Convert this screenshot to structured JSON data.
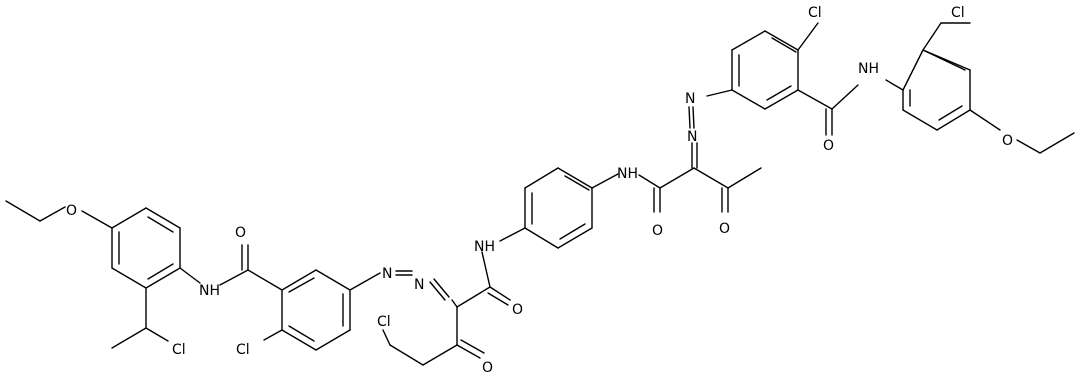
{
  "atoms": {
    "cl_top_right_ring": "Cl",
    "cl_top_right_side": "Cl",
    "nh_top_right": "NH",
    "o_top_amide": "O",
    "o_ether_right": "O",
    "n_azo_top_1": "N",
    "n_azo_top_2": "N",
    "nh_center_right": "NH",
    "o_center_amide": "O",
    "o_center_ketone": "O",
    "nh_center_left": "NH",
    "o_lower_amide": "O",
    "o_ether_left": "O",
    "o_left_amide": "O",
    "nh_left": "NH",
    "cl_left_side": "Cl",
    "cl_left_ring": "Cl",
    "n_azo_left_1": "N",
    "n_azo_left_2": "N",
    "cl_chain": "Cl",
    "o_lower_ketone": "O"
  }
}
